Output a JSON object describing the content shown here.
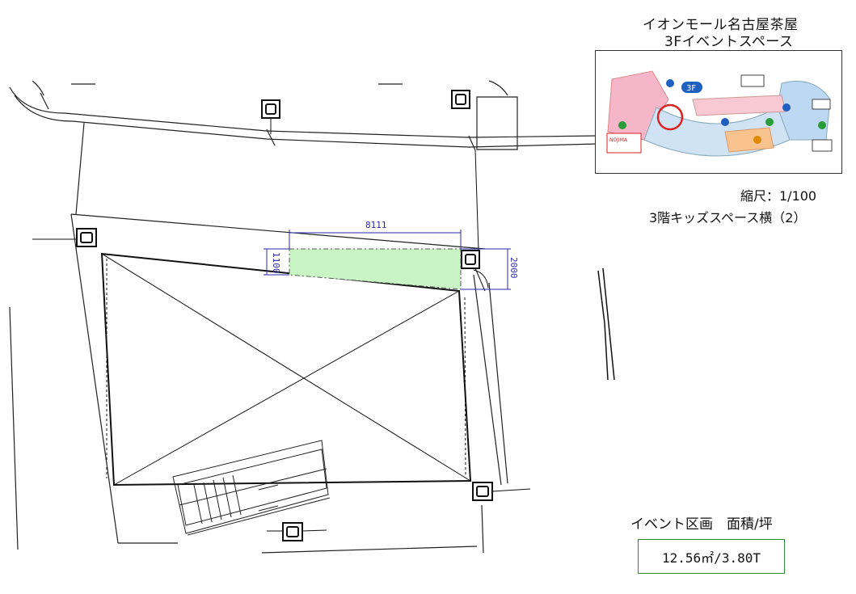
{
  "header": {
    "title_line1": "イオンモール名古屋茶屋",
    "title_line2": "3Fイベントスペース"
  },
  "scale": {
    "label": "縮尺：1/100"
  },
  "location": {
    "label": "3階キッズスペース横（2）"
  },
  "inset_map": {
    "floor_badge": "3F",
    "shop_label": "NOJIMA"
  },
  "dimensions": {
    "width": "8111",
    "left_depth": "1100",
    "right_depth": "2000"
  },
  "area": {
    "caption": "イベント区画　面積/坪",
    "value": "12.56㎡/3.80T"
  },
  "colors": {
    "event_area_fill": "#c9f5c4",
    "dimension_color": "#2a2aa8",
    "area_box_border": "#2e8b3a",
    "floor_badge": "#1f5fbf"
  }
}
